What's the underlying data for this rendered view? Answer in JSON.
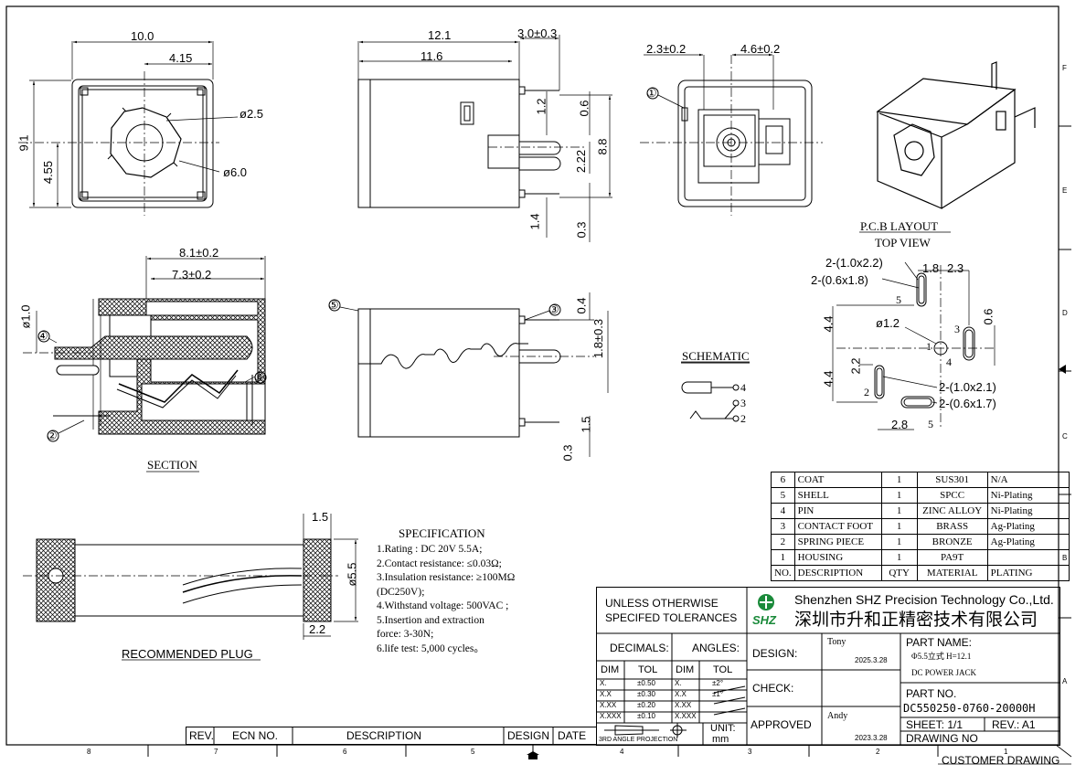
{
  "dimensions": {
    "front_width": "10.0",
    "front_offset": "4.15",
    "front_height": "9.1",
    "front_half_height": "4.55",
    "pin_hole_diameter": "ø2.5",
    "socket_diameter": "ø6.0",
    "side_length": "12.1",
    "side_body_length": "11.6",
    "side_pin_extension": "3.0±0.3",
    "side_dim_1_2": "1.2",
    "side_dim_0_6": "0.6",
    "side_dim_2_22": "2.22",
    "side_dim_8_8": "8.8",
    "side_dim_1_4": "1.4",
    "side_dim_0_3": "0.3",
    "back_dim_2_3": "2.3±0.2",
    "back_dim_4_6": "4.6±0.2",
    "section_dim_8_1": "8.1±0.2",
    "section_dim_7_3": "7.3±0.2",
    "section_dim_1_0": "ø1.0",
    "side2_dim_0_4": "0.4",
    "side2_dim_1_8": "1.8±0.3",
    "side2_dim_1_5": "1.5",
    "side2_dim_0_3": "0.3",
    "plug_dim_1_5": "1.5",
    "plug_dim_5_5": "ø5.5",
    "plug_dim_2_2": "2.2"
  },
  "callouts": [
    "①",
    "②",
    "③",
    "④",
    "⑤",
    "⑥"
  ],
  "pcb": {
    "title": "P.C.B LAYOUT",
    "subtitle": "TOP VIEW",
    "label_a": "2-(1.0x2.2)",
    "label_b": "2-(0.6x1.8)",
    "dim_1_8": "1.8",
    "dim_2_3": "2.3",
    "dim_phi": "ø1.2",
    "dim_0_6": "0.6",
    "dim_4_4a": "4.4",
    "dim_4_4b": "4.4",
    "dim_2_2": "2.2",
    "label_c": "2-(1.0x2.1)",
    "label_d": "2-(0.6x1.7)",
    "dim_2_8": "2.8",
    "pin_5a": "5",
    "pin_1": "1",
    "pin_4": "4",
    "pin_3": "3",
    "pin_2": "2",
    "pin_5b": "5"
  },
  "schematic": {
    "title": "SCHEMATIC",
    "pin4": "4",
    "pin3": "3",
    "pin2": "2"
  },
  "section_title": "SECTION",
  "plug_title": "RECOMMENDED  PLUG",
  "specification": {
    "title": "SPECIFICATION",
    "lines": [
      "1.Rating : DC 20V 5.5A;",
      "2.Contact resistance: ≤0.03Ω;",
      "3.Insulation resistance: ≥100MΩ",
      "(DC250V);",
      "4.Withstand voltage: 500VAC ;",
      "5.Insertion and extraction",
      "force: 3-30N;",
      "6.life test: 5,000 cycles。"
    ]
  },
  "bom": [
    [
      "6",
      "COAT",
      "1",
      "SUS301",
      "N/A"
    ],
    [
      "5",
      "SHELL",
      "1",
      "SPCC",
      "Ni-Plating"
    ],
    [
      "4",
      "PIN",
      "1",
      "ZINC ALLOY",
      "Ni-Plating"
    ],
    [
      "3",
      "CONTACT FOOT",
      "1",
      "BRASS",
      "Ag-Plating"
    ],
    [
      "2",
      "SPRING PIECE",
      "1",
      "BRONZE",
      "Ag-Plating"
    ],
    [
      "1",
      "HOUSING",
      "1",
      "PA9T",
      ""
    ],
    [
      "NO.",
      "DESCRIPTION",
      "QTY",
      "MATERIAL",
      "PLATING"
    ]
  ],
  "title_block": {
    "tolerance_1": "UNLESS  OTHERWISE",
    "tolerance_2": "SPECIFED  TOLERANCES",
    "company_en": "Shenzhen SHZ Precision Technology Co.,Ltd.",
    "company_cn": "深圳市升和正精密技术有限公司",
    "logo_text": "SHZ",
    "decimals": "DECIMALS:",
    "angles": "ANGLES:",
    "dim_h": "DIM",
    "tol_h": "TOL",
    "dec_rows": [
      [
        "X.",
        "±0.50"
      ],
      [
        "X.X",
        "±0.30"
      ],
      [
        "X.XX",
        "±0.20"
      ],
      [
        "X.XXX",
        "±0.10"
      ]
    ],
    "ang_rows": [
      [
        "X.",
        "±2°"
      ],
      [
        "X.X",
        "±1°"
      ],
      [
        "X.XX",
        ""
      ],
      [
        "X.XXX",
        ""
      ]
    ],
    "projection": "3RD ANGLE PROJECTION",
    "unit_label": "UNIT:",
    "unit_value": "mm",
    "design": "DESIGN:",
    "check": "CHECK:",
    "approved": "APPROVED",
    "designer": "Tony",
    "design_date": "2025.3.28",
    "approver": "Andy",
    "approve_date": "2023.3.28",
    "part_name_label": "PART NAME:",
    "part_name_1": "Φ5.5立式 H=12.1",
    "part_name_2": "DC POWER JACK",
    "part_no_label": "PART NO.",
    "part_no": "DC550250-0760-20000H",
    "sheet": "SHEET: 1/1",
    "rev": "REV.: A1",
    "drawing_no": "DRAWING NO",
    "customer_drawing": "CUSTOMER  DRAWING"
  },
  "rev_row": {
    "rev": "REV.",
    "ecn": "ECN NO.",
    "desc": "DESCRIPTION",
    "design": "DESIGN",
    "date": "DATE"
  },
  "zones_bottom": [
    "8",
    "7",
    "6",
    "5",
    "4",
    "3",
    "2",
    "1"
  ],
  "zones_right": [
    "F",
    "E",
    "D",
    "C",
    "B",
    "A"
  ]
}
